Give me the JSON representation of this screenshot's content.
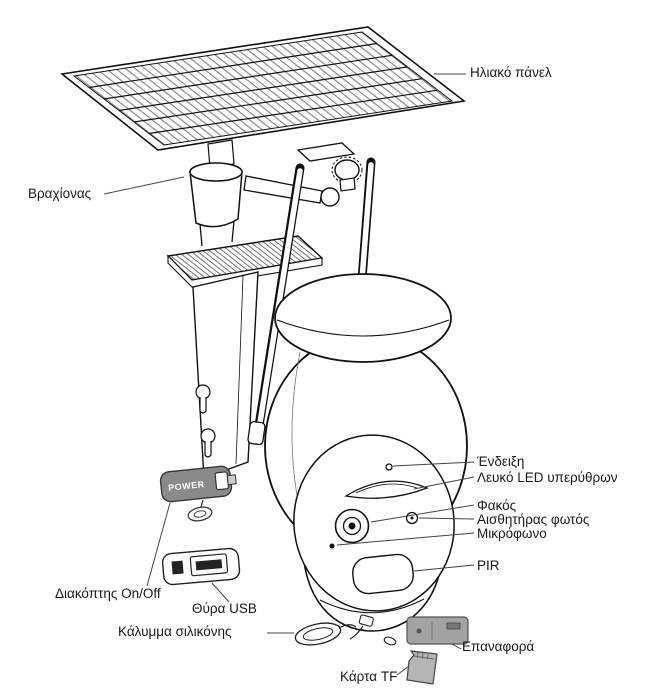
{
  "diagram": {
    "labels": {
      "solar_panel": "Ηλιακό πάνελ",
      "bracket": "Βραχίονας",
      "indicator": "Ένδειξη",
      "white_led": "Λευκό LED υπερύθρων",
      "lens": "Φακός",
      "light_sensor": "Αισθητήρας φωτός",
      "microphone": "Μικρόφωνο",
      "pir": "PIR",
      "on_off_switch": "Διακόπτης On/Off",
      "usb_port": "Θύρα USB",
      "silicone_cover": "Κάλυμμα σιλικόνης",
      "tf_card": "Κάρτα TF",
      "reset": "Επαναφορά"
    },
    "engravings": {
      "power": "POWER"
    },
    "colors": {
      "line": "#111111",
      "background": "#ffffff",
      "gray_part": "#a3a3a3"
    }
  }
}
